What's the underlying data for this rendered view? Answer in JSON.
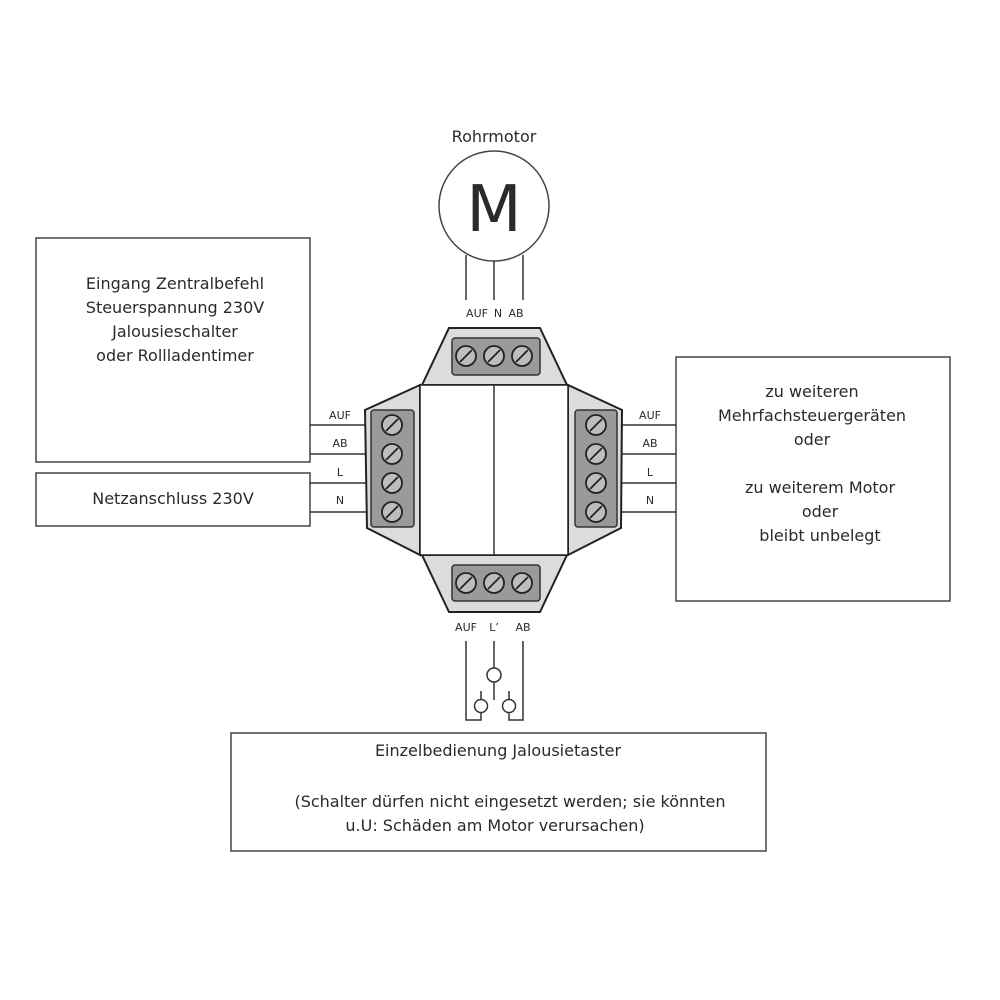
{
  "motor": {
    "title": "Rohrmotor",
    "symbol": "M",
    "terminals": [
      "AUF",
      "N",
      "AB"
    ]
  },
  "left_box": {
    "lines": [
      "Eingang Zentralbefehl",
      "Steuerspannung 230V",
      "Jalousieschalter",
      "oder Rollladentimer"
    ]
  },
  "power_box": {
    "label": "Netzanschluss 230V"
  },
  "left_terminals": [
    "AUF",
    "AB",
    "L",
    "N"
  ],
  "right_terminals": [
    "AUF",
    "AB",
    "L",
    "N"
  ],
  "right_box": {
    "lines": [
      "zu weiteren",
      "Mehrfachsteuergeräten",
      "oder",
      "zu weiterem Motor",
      "oder",
      "bleibt unbelegt"
    ]
  },
  "bottom_terminals": [
    "AUF",
    "L’",
    "AB"
  ],
  "bottom_box": {
    "title": "Einzelbedienung Jalousietaster",
    "note_lines": [
      "(Schalter dürfen nicht eingesetzt werden; sie könnten",
      "u.U: Schäden am Motor verursachen)"
    ]
  }
}
